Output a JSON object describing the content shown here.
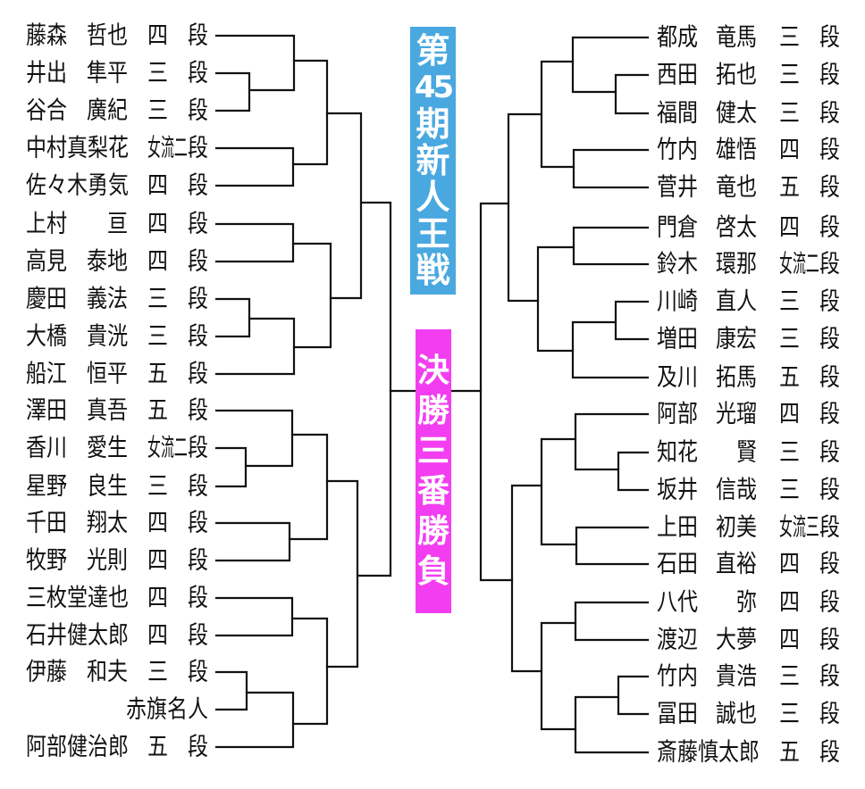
{
  "header": {
    "title": "第45期新人王戦",
    "title_glyphs": [
      "第",
      "45",
      "期",
      "新",
      "人",
      "王",
      "戦"
    ],
    "stage": "決勝三番勝負",
    "stage_glyphs": [
      "決",
      "勝",
      "三",
      "番",
      "勝",
      "負"
    ]
  },
  "colors": {
    "title_box": "#4aa8e0",
    "stage_box": "#f23ef0",
    "lines": "#111111",
    "title_text": "#ffffff"
  },
  "bracket": {
    "left": [
      {
        "family": "藤森",
        "given": "哲也",
        "rank": [
          "四",
          "段"
        ]
      },
      {
        "family": "井出",
        "given": "隼平",
        "rank": [
          "三",
          "段"
        ]
      },
      {
        "family": "谷合",
        "given": "廣紀",
        "rank": [
          "三",
          "段"
        ]
      },
      {
        "family": "中村",
        "given": "真梨花",
        "rank": [
          "女流二",
          "段"
        ]
      },
      {
        "family": "佐々木",
        "given": "勇気",
        "rank": [
          "四",
          "段"
        ]
      },
      {
        "family": "上村",
        "given": "亘",
        "rank": [
          "四",
          "段"
        ]
      },
      {
        "family": "高見",
        "given": "泰地",
        "rank": [
          "四",
          "段"
        ]
      },
      {
        "family": "慶田",
        "given": "義法",
        "rank": [
          "三",
          "段"
        ]
      },
      {
        "family": "大橋",
        "given": "貴洸",
        "rank": [
          "三",
          "段"
        ]
      },
      {
        "family": "船江",
        "given": "恒平",
        "rank": [
          "五",
          "段"
        ]
      },
      {
        "family": "澤田",
        "given": "真吾",
        "rank": [
          "五",
          "段"
        ]
      },
      {
        "family": "香川",
        "given": "愛生",
        "rank": [
          "女流二",
          "段"
        ]
      },
      {
        "family": "星野",
        "given": "良生",
        "rank": [
          "三",
          "段"
        ]
      },
      {
        "family": "千田",
        "given": "翔太",
        "rank": [
          "四",
          "段"
        ]
      },
      {
        "family": "牧野",
        "given": "光則",
        "rank": [
          "四",
          "段"
        ]
      },
      {
        "family": "三枚堂",
        "given": "達也",
        "rank": [
          "四",
          "段"
        ]
      },
      {
        "family": "石井",
        "given": "健太郎",
        "rank": [
          "四",
          "段"
        ]
      },
      {
        "family": "伊藤",
        "given": "和夫",
        "rank": [
          "三",
          "段"
        ]
      },
      {
        "name": "赤旗名人"
      },
      {
        "family": "阿部",
        "given": "健治郎",
        "rank": [
          "五",
          "段"
        ]
      }
    ],
    "right": [
      {
        "family": "都成",
        "given": "竜馬",
        "rank": [
          "三",
          "段"
        ]
      },
      {
        "family": "西田",
        "given": "拓也",
        "rank": [
          "三",
          "段"
        ]
      },
      {
        "family": "福間",
        "given": "健太",
        "rank": [
          "三",
          "段"
        ]
      },
      {
        "family": "竹内",
        "given": "雄悟",
        "rank": [
          "四",
          "段"
        ]
      },
      {
        "family": "菅井",
        "given": "竜也",
        "rank": [
          "五",
          "段"
        ]
      },
      {
        "family": "門倉",
        "given": "啓太",
        "rank": [
          "四",
          "段"
        ]
      },
      {
        "family": "鈴木",
        "given": "環那",
        "rank": [
          "女流二",
          "段"
        ]
      },
      {
        "family": "川崎",
        "given": "直人",
        "rank": [
          "三",
          "段"
        ]
      },
      {
        "family": "増田",
        "given": "康宏",
        "rank": [
          "三",
          "段"
        ]
      },
      {
        "family": "及川",
        "given": "拓馬",
        "rank": [
          "五",
          "段"
        ]
      },
      {
        "family": "阿部",
        "given": "光瑠",
        "rank": [
          "四",
          "段"
        ]
      },
      {
        "family": "知花",
        "given": "賢",
        "rank": [
          "三",
          "段"
        ]
      },
      {
        "family": "坂井",
        "given": "信哉",
        "rank": [
          "三",
          "段"
        ]
      },
      {
        "family": "上田",
        "given": "初美",
        "rank": [
          "女流三",
          "段"
        ]
      },
      {
        "family": "石田",
        "given": "直裕",
        "rank": [
          "四",
          "段"
        ]
      },
      {
        "family": "八代",
        "given": "弥",
        "rank": [
          "四",
          "段"
        ]
      },
      {
        "family": "渡辺",
        "given": "大夢",
        "rank": [
          "四",
          "段"
        ]
      },
      {
        "family": "竹内",
        "given": "貴浩",
        "rank": [
          "三",
          "段"
        ]
      },
      {
        "family": "冨田",
        "given": "誠也",
        "rank": [
          "三",
          "段"
        ]
      },
      {
        "family": "斎藤",
        "given": "慎太郎",
        "rank": [
          "五",
          "段"
        ]
      }
    ]
  }
}
